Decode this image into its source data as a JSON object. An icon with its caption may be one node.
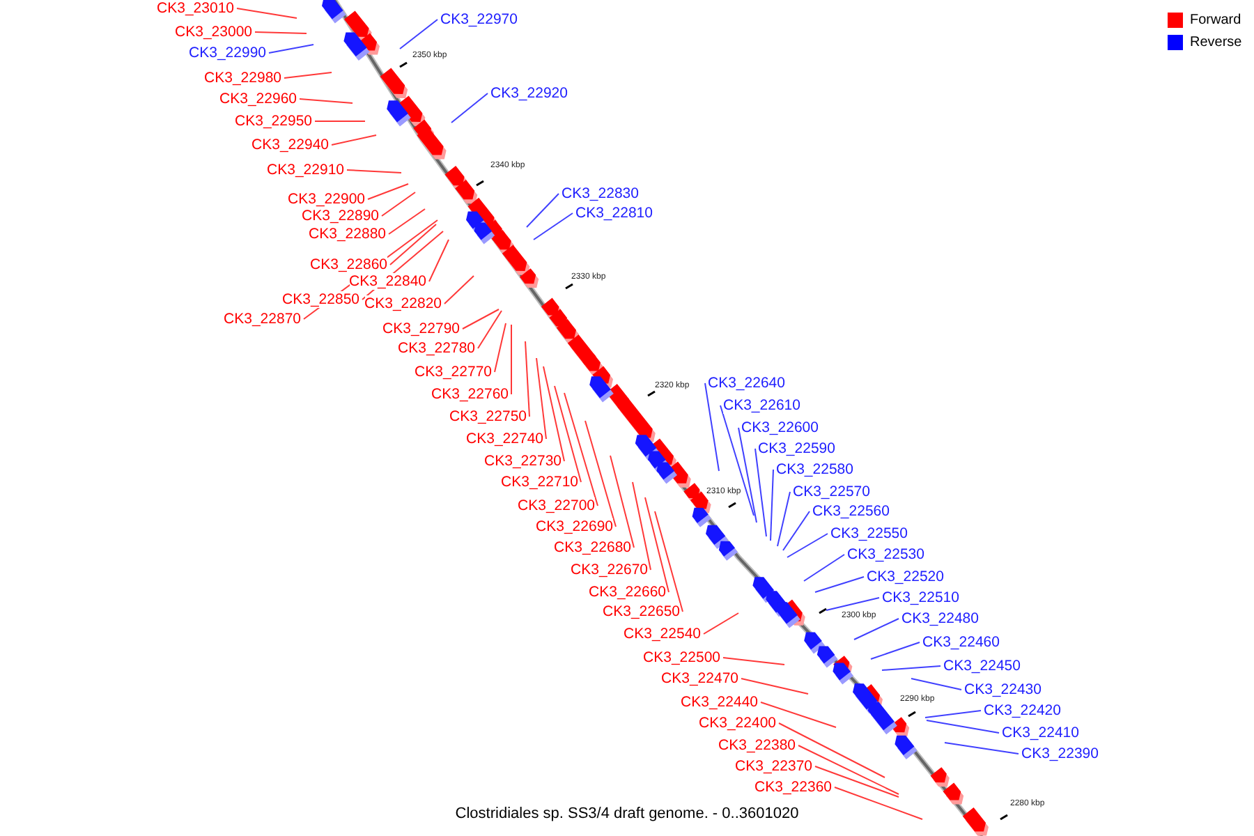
{
  "diagram": {
    "caption": "Clostridiales sp. SS3/4 draft genome. - 0..3601020",
    "nodes": [
      {
        "text": [
          "CK3_23010"
        ]
      },
      {
        "text": [
          "CK3_22970"
        ]
      },
      {
        "text": [
          "CK3_23000"
        ]
      },
      {
        "text": [
          "CK3_22990"
        ]
      },
      {
        "text": [
          "CK3_22980"
        ]
      },
      {
        "text": [
          "CK3_22920"
        ]
      },
      {
        "text": [
          "CK3_22960"
        ]
      },
      {
        "text": [
          "CK3_22950"
        ]
      },
      {
        "text": [
          "CK3_22940"
        ]
      },
      {
        "text": [
          "CK3_22910"
        ]
      },
      {
        "text": [
          "CK3_22830"
        ]
      },
      {
        "text": [
          "CK3_22900"
        ]
      },
      {
        "text": [
          "CK3_22810"
        ]
      },
      {
        "text": [
          "CK3_22890"
        ]
      },
      {
        "text": [
          "CK3_22880"
        ]
      },
      {
        "text": [
          "CK3_22860"
        ]
      },
      {
        "text": [
          "CK3_22840"
        ]
      },
      {
        "text": [
          "CK3_22850"
        ]
      },
      {
        "text": [
          "CK3_22820"
        ]
      },
      {
        "text": [
          "CK3_22870"
        ]
      },
      {
        "text": [
          "CK3_22790"
        ]
      },
      {
        "text": [
          "CK3_22780"
        ]
      },
      {
        "text": [
          "CK3_22770"
        ]
      },
      {
        "text": [
          "CK3_22640"
        ]
      },
      {
        "text": [
          "CK3_22760"
        ]
      },
      {
        "text": [
          "CK3_22610"
        ]
      },
      {
        "text": [
          "CK3_22750"
        ]
      },
      {
        "text": [
          "CK3_22600"
        ]
      },
      {
        "text": [
          "CK3_22740"
        ]
      },
      {
        "text": [
          "CK3_22590"
        ]
      },
      {
        "text": [
          "CK3_22730"
        ]
      },
      {
        "text": [
          "CK3_22580"
        ]
      },
      {
        "text": [
          "CK3_22710"
        ]
      },
      {
        "text": [
          "CK3_22570"
        ]
      },
      {
        "text": [
          "CK3_22700"
        ]
      },
      {
        "text": [
          "CK3_22560"
        ]
      },
      {
        "text": [
          "CK3_22690"
        ]
      },
      {
        "text": [
          "CK3_22550"
        ]
      },
      {
        "text": [
          "CK3_22680"
        ]
      },
      {
        "text": [
          "CK3_22530"
        ]
      },
      {
        "text": [
          "CK3_22670"
        ]
      },
      {
        "text": [
          "CK3_22520"
        ]
      },
      {
        "text": [
          "CK3_22660"
        ]
      },
      {
        "text": [
          "CK3_22510"
        ]
      },
      {
        "text": [
          "CK3_22650"
        ]
      },
      {
        "text": [
          "CK3_22480"
        ]
      },
      {
        "text": [
          "CK3_22540"
        ]
      },
      {
        "text": [
          "CK3_22460"
        ]
      },
      {
        "text": [
          "CK3_22500"
        ]
      },
      {
        "text": [
          "CK3_22450"
        ]
      },
      {
        "text": [
          "CK3_22470"
        ]
      },
      {
        "text": [
          "CK3_22430"
        ]
      },
      {
        "text": [
          "CK3_22440"
        ]
      },
      {
        "text": [
          "CK3_22420"
        ]
      },
      {
        "text": [
          "CK3_22400"
        ]
      },
      {
        "text": [
          "CK3_22410"
        ]
      },
      {
        "text": [
          "CK3_22380"
        ]
      },
      {
        "text": [
          "CK3_22390"
        ]
      },
      {
        "text": [
          "CK3_22370"
        ]
      },
      {
        "text": [
          "CK3_22360"
        ]
      }
    ],
    "edges": [
      {
        "from": 0,
        "to": null,
        "arrow": "none"
      },
      {
        "from": 1,
        "to": null,
        "arrow": "none",
        "color": "#4040ff"
      },
      {
        "from": 2,
        "to": null,
        "arrow": "none"
      },
      {
        "from": 3,
        "to": null,
        "arrow": "none",
        "color": "#4040ff"
      },
      {
        "from": 4,
        "to": null,
        "arrow": "none"
      },
      {
        "from": 5,
        "to": null,
        "arrow": "none",
        "color": "#4040ff"
      },
      {
        "from": 6,
        "to": null,
        "arrow": "none"
      },
      {
        "from": 7,
        "to": null,
        "arrow": "none"
      },
      {
        "from": 8,
        "to": null,
        "arrow": "none"
      },
      {
        "from": 9,
        "to": null,
        "arrow": "none"
      },
      {
        "from": 10,
        "to": null,
        "arrow": "none",
        "color": "#4040ff"
      },
      {
        "from": 11,
        "to": null,
        "arrow": "none"
      },
      {
        "from": 12,
        "to": null,
        "arrow": "none",
        "color": "#4040ff"
      },
      {
        "from": 13,
        "to": null,
        "arrow": "none"
      },
      {
        "from": 14,
        "to": null,
        "arrow": "none"
      },
      {
        "from": 15,
        "to": null,
        "arrow": "none"
      },
      {
        "from": 16,
        "to": null,
        "arrow": "none"
      },
      {
        "from": 17,
        "to": null,
        "arrow": "none"
      },
      {
        "from": 18,
        "to": null,
        "arrow": "none"
      },
      {
        "from": 19,
        "to": null,
        "arrow": "none"
      },
      {
        "from": 20,
        "to": null,
        "arrow": "none"
      },
      {
        "from": 21,
        "to": null,
        "arrow": "none"
      },
      {
        "from": 22,
        "to": null,
        "arrow": "none"
      },
      {
        "from": 23,
        "to": null,
        "arrow": "none",
        "color": "#4040ff"
      },
      {
        "from": 24,
        "to": null,
        "arrow": "none"
      },
      {
        "from": 25,
        "to": null,
        "arrow": "none",
        "color": "#4040ff"
      },
      {
        "from": 26,
        "to": null,
        "arrow": "none"
      },
      {
        "from": 27,
        "to": null,
        "arrow": "none",
        "color": "#4040ff"
      },
      {
        "from": 28,
        "to": null,
        "arrow": "none"
      },
      {
        "from": 29,
        "to": null,
        "arrow": "none",
        "color": "#4040ff"
      },
      {
        "from": 30,
        "to": null,
        "arrow": "none"
      },
      {
        "from": 31,
        "to": null,
        "arrow": "none",
        "color": "#4040ff"
      },
      {
        "from": 32,
        "to": null,
        "arrow": "none"
      },
      {
        "from": 33,
        "to": null,
        "arrow": "none",
        "color": "#4040ff"
      },
      {
        "from": 34,
        "to": null,
        "arrow": "none"
      },
      {
        "from": 35,
        "to": null,
        "arrow": "none",
        "color": "#4040ff"
      },
      {
        "from": 36,
        "to": null,
        "arrow": "none"
      },
      {
        "from": 37,
        "to": null,
        "arrow": "none",
        "color": "#4040ff"
      },
      {
        "from": 38,
        "to": null,
        "arrow": "none"
      },
      {
        "from": 39,
        "to": null,
        "arrow": "none",
        "color": "#4040ff"
      },
      {
        "from": 40,
        "to": null,
        "arrow": "none"
      },
      {
        "from": 41,
        "to": null,
        "arrow": "none",
        "color": "#4040ff"
      },
      {
        "from": 42,
        "to": null,
        "arrow": "none"
      },
      {
        "from": 43,
        "to": null,
        "arrow": "none",
        "color": "#4040ff"
      },
      {
        "from": 44,
        "to": null,
        "arrow": "none"
      },
      {
        "from": 45,
        "to": null,
        "arrow": "none",
        "color": "#4040ff"
      },
      {
        "from": 46,
        "to": null,
        "arrow": "none"
      },
      {
        "from": 47,
        "to": null,
        "arrow": "none",
        "color": "#4040ff"
      },
      {
        "from": 48,
        "to": null,
        "arrow": "none"
      },
      {
        "from": 49,
        "to": null,
        "arrow": "none",
        "color": "#4040ff"
      },
      {
        "from": 50,
        "to": null,
        "arrow": "none"
      },
      {
        "from": 51,
        "to": null,
        "arrow": "none",
        "color": "#4040ff"
      },
      {
        "from": 52,
        "to": null,
        "arrow": "none"
      },
      {
        "from": 53,
        "to": null,
        "arrow": "none",
        "color": "#4040ff"
      },
      {
        "from": 54,
        "to": null,
        "arrow": "none"
      },
      {
        "from": 55,
        "to": null,
        "arrow": "none",
        "color": "#4040ff"
      },
      {
        "from": 56,
        "to": null,
        "arrow": "none"
      },
      {
        "from": 57,
        "to": null,
        "arrow": "none",
        "color": "#4040ff"
      },
      {
        "from": 58,
        "to": null,
        "arrow": "none"
      },
      {
        "from": 59,
        "to": null,
        "arrow": "none"
      }
    ],
    "labels": [
      "2350 kbp",
      "2340 kbp",
      "2330 kbp",
      "2320 kbp",
      "2310 kbp",
      "2300 kbp",
      "2290 kbp",
      "2280 kbp"
    ],
    "legend": [
      {
        "text": "Forward",
        "color": "#ff0000"
      },
      {
        "text": "Reverse",
        "color": "#0000ff"
      }
    ]
  }
}
